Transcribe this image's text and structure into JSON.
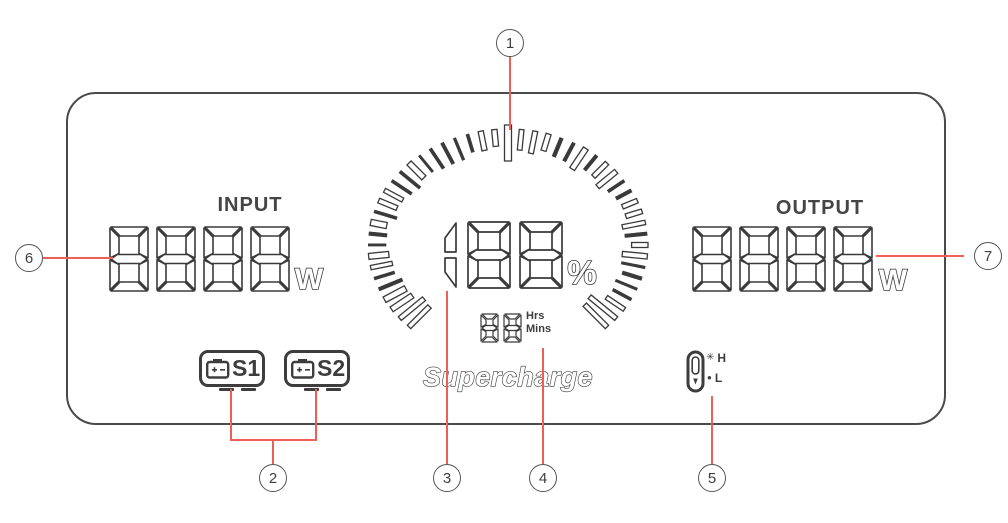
{
  "colors": {
    "ink": "#3a3a3a",
    "panel_border": "#4a4a4a",
    "red": "#ef5f58"
  },
  "panel": {
    "input": {
      "label": "INPUT",
      "digits": "8888",
      "unit": "W"
    },
    "output": {
      "label": "OUTPUT",
      "digits": "8888",
      "unit": "W"
    },
    "gauge": {
      "digits": "188",
      "unit": "%",
      "tick_count": 49
    },
    "timer": {
      "digits": "88",
      "unit_top": "Hrs",
      "unit_bottom": "Mins"
    },
    "brand": "Supercharge",
    "battery_slots": [
      {
        "label": "S1"
      },
      {
        "label": "S2"
      }
    ],
    "light": {
      "high_symbol": "✳",
      "high_label": "H",
      "low_symbol": "●",
      "low_label": "L"
    }
  },
  "callouts": [
    {
      "num": "1"
    },
    {
      "num": "2"
    },
    {
      "num": "3"
    },
    {
      "num": "4"
    },
    {
      "num": "5"
    },
    {
      "num": "6"
    },
    {
      "num": "7"
    }
  ]
}
